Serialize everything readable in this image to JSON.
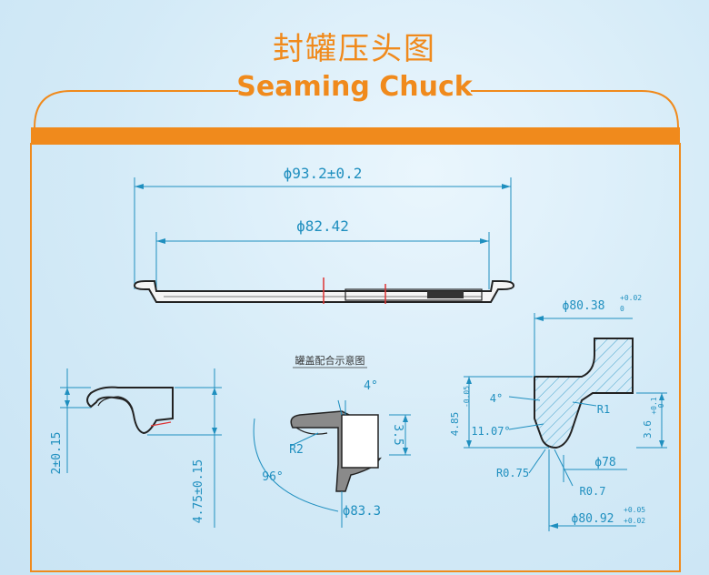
{
  "header": {
    "title_cn": "封罐压头图",
    "title_en": "Seaming Chuck"
  },
  "colors": {
    "accent": "#f08a1c",
    "dimension": "#1f8fbf",
    "outline": "#222222",
    "background": "#d6ecf8"
  },
  "dimensions": {
    "outer_diameter": "ϕ93.2±0.2",
    "inner_diameter": "ϕ82.42",
    "height_left": "2±0.15",
    "depth_left": "4.75±0.15",
    "angle_top": "4°",
    "radius_r2": "R2",
    "angle_96": "96°",
    "height_35": "3.5",
    "diameter_833": "ϕ83.3",
    "diameter_8038": "ϕ80.38",
    "tol_8038_upper": "+0.02",
    "tol_8038_lower": "0",
    "angle_4_right": "4°",
    "radius_r1": "R1",
    "depth_485": "4.85",
    "tol_485": "-0.05",
    "angle_1107": "11.07°",
    "height_36": "3.6",
    "tol_36": "+0.1",
    "tol_36_lower": "0",
    "diameter_78": "ϕ78",
    "radius_r075": "R0.75",
    "radius_r07": "R0.7",
    "diameter_8092": "ϕ80.92",
    "tol_8092_upper": "+0.05",
    "tol_8092_lower": "+0.02"
  },
  "captions": {
    "lid_fit": "罐盖配合示意图"
  }
}
